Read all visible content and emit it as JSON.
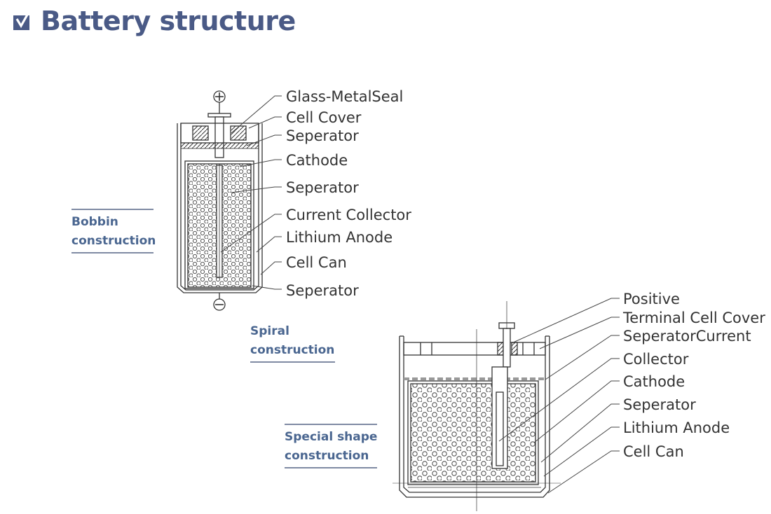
{
  "header": {
    "title": "Battery structure",
    "icon": "check-box-icon",
    "accent_color": "#4a5a86"
  },
  "labels": {
    "bobbin": [
      "Bobbin",
      "construction"
    ],
    "spiral": [
      "Spiral",
      "construction"
    ],
    "special": [
      "Special shape",
      "construction"
    ]
  },
  "bobbin_diagram": {
    "plus": "+",
    "minus": "−",
    "callouts": [
      "Glass-MetalSeal",
      "Cell Cover",
      "Seperator",
      "Cathode",
      "Seperator",
      "Current Collector",
      "Lithium Anode",
      "Cell Can",
      "Seperator"
    ]
  },
  "special_diagram": {
    "callouts": [
      "Positive",
      "Terminal Cell Cover",
      "SeperatorCurrent",
      "Collector",
      "Cathode",
      "Seperator",
      "Lithium Anode",
      "Cell Can"
    ]
  }
}
